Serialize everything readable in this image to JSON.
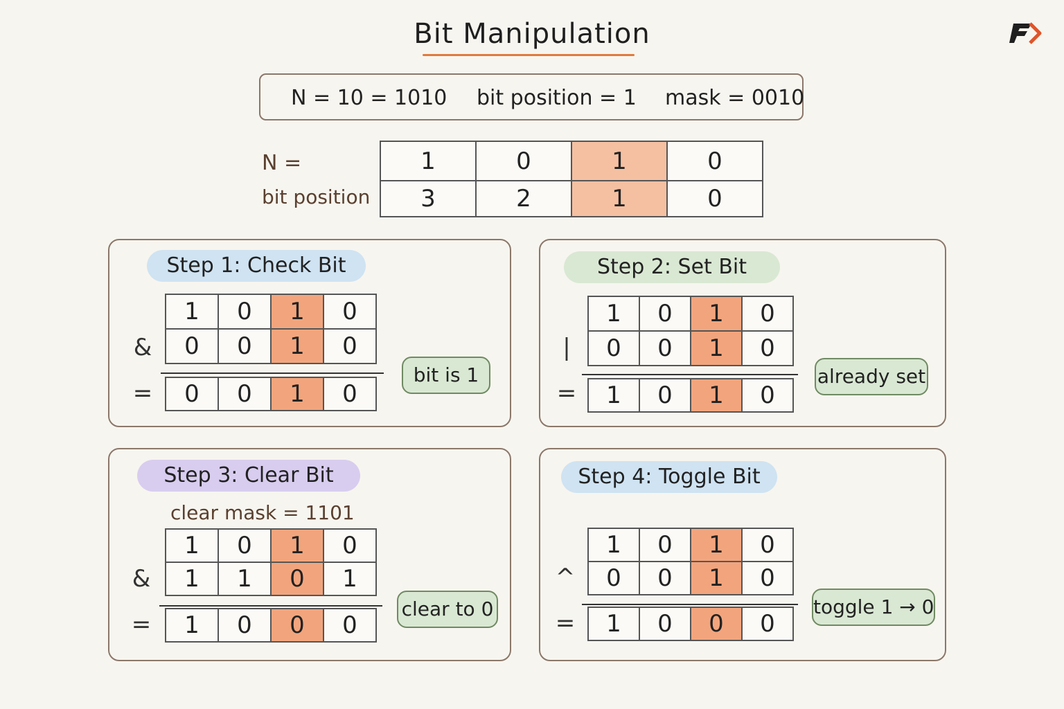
{
  "title": "Bit Manipulation",
  "header": {
    "n_def": "N = 10 = 1010",
    "bitpos_def": "bit position = 1",
    "mask_def": "mask = 0010"
  },
  "n_table": {
    "row1_label": "N =",
    "row2_label": "bit position",
    "bits": [
      "1",
      "0",
      "1",
      "0"
    ],
    "positions": [
      "3",
      "2",
      "1",
      "0"
    ]
  },
  "steps": [
    {
      "title": "Step 1: Check Bit",
      "operator": "&",
      "equals": "=",
      "a": [
        "1",
        "0",
        "1",
        "0"
      ],
      "b": [
        "0",
        "0",
        "1",
        "0"
      ],
      "result": [
        "0",
        "0",
        "1",
        "0"
      ],
      "note": "bit is 1",
      "pill_color": "#cfe3f2"
    },
    {
      "title": "Step 2: Set Bit",
      "operator": "|",
      "equals": "=",
      "a": [
        "1",
        "0",
        "1",
        "0"
      ],
      "b": [
        "0",
        "0",
        "1",
        "0"
      ],
      "result": [
        "1",
        "0",
        "1",
        "0"
      ],
      "note": "already set",
      "pill_color": "#d9e8d3"
    },
    {
      "title": "Step 3: Clear Bit",
      "subtitle": "clear mask = 1101",
      "operator": "&",
      "equals": "=",
      "a": [
        "1",
        "0",
        "1",
        "0"
      ],
      "b": [
        "1",
        "1",
        "0",
        "1"
      ],
      "result": [
        "1",
        "0",
        "0",
        "0"
      ],
      "note": "clear to 0",
      "pill_color": "#d8cdef"
    },
    {
      "title": "Step 4: Toggle Bit",
      "operator": "^",
      "equals": "=",
      "a": [
        "1",
        "0",
        "1",
        "0"
      ],
      "b": [
        "0",
        "0",
        "1",
        "0"
      ],
      "result": [
        "1",
        "0",
        "0",
        "0"
      ],
      "note": "toggle 1 → 0",
      "pill_color": "#cfe3f2"
    }
  ],
  "colors": {
    "highlight": "#f5c0a2",
    "highlight_strong": "#f2a57d",
    "accent_underline": "#e07a3c",
    "border": "#8b776a"
  }
}
